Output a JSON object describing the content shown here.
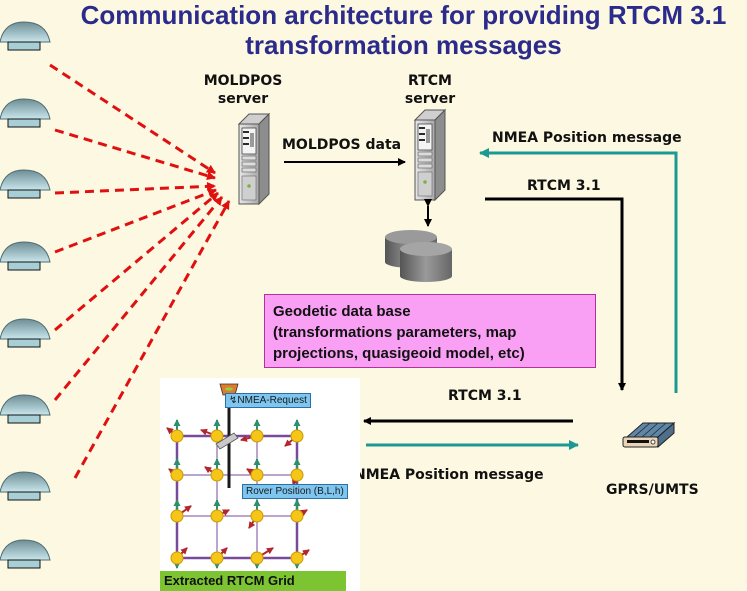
{
  "title": "Communication architecture for providing RTCM 3.1 transformation messages",
  "stations": {
    "count": 8,
    "icon": "gnss-reference-station-icon"
  },
  "moldpos_server": {
    "label_line1": "MOLDPOS",
    "label_line2": "server",
    "icon": "server-tower-icon"
  },
  "rtcm_server": {
    "label_line1": "RTCM",
    "label_line2": "server",
    "icon": "server-tower-icon"
  },
  "links": {
    "moldpos_data": "MOLDPOS data",
    "nmea_top": "NMEA Position message",
    "rtcm_top": "RTCM 3.1",
    "rtcm_bottom": "RTCM 3.1",
    "nmea_bottom": "NMEA Position message"
  },
  "geodetic_db": {
    "line1": "Geodetic data base",
    "line2": "(transformations parameters, map",
    "line3": "projections, quasigeoid model, etc)",
    "icon": "database-icon"
  },
  "gprs": {
    "label": "GPRS/UMTS",
    "icon": "modem-icon"
  },
  "grid_panel": {
    "nmea_request": "NMEA-Request",
    "rover_position": "Rover Position (B,L,h)",
    "caption": "Extracted RTCM Grid"
  },
  "colors": {
    "title": "#2b2b8c",
    "dashed_links": "#e01010",
    "teal_arrow": "#1a9a92",
    "black_arrow": "#000000",
    "db_box": "#f9a0f5",
    "grid_caption": "#7cc432"
  }
}
